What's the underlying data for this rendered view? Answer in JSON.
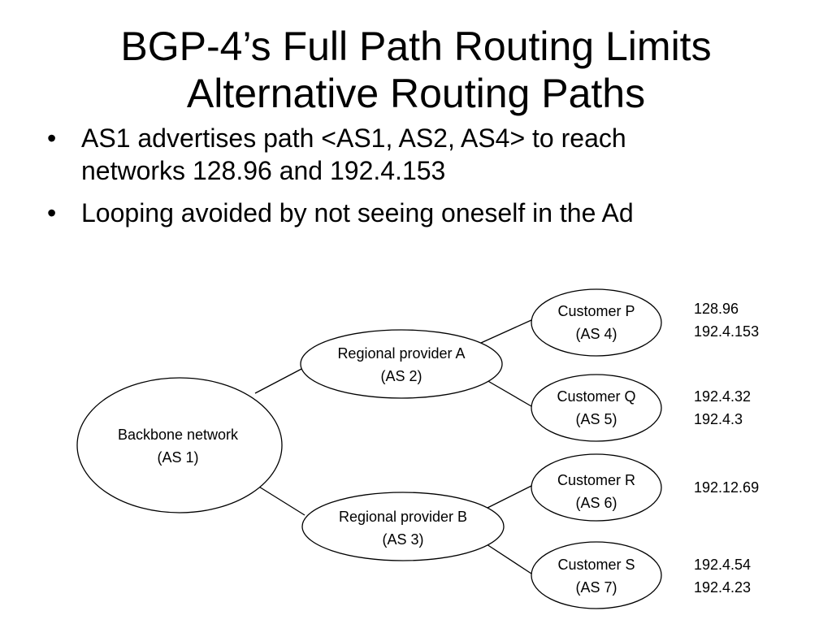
{
  "slide": {
    "title_line1": "BGP-4’s Full Path Routing Limits",
    "title_line2": "Alternative Routing Paths",
    "bullet_glyph": "•",
    "bullets": [
      {
        "line1": "AS1 advertises path <AS1, AS2, AS4> to reach",
        "line2": "networks 128.96 and 192.4.153"
      },
      {
        "line1": "Looping avoided by not seeing oneself in the Ad",
        "line2": ""
      }
    ]
  },
  "diagram": {
    "nodes": {
      "backbone": {
        "name": "Backbone network",
        "as": "(AS 1)"
      },
      "regional_a": {
        "name": "Regional provider A",
        "as": "(AS 2)"
      },
      "regional_b": {
        "name": "Regional provider B",
        "as": "(AS 3)"
      },
      "customer_p": {
        "name": "Customer P",
        "as": "(AS 4)"
      },
      "customer_q": {
        "name": "Customer Q",
        "as": "(AS 5)"
      },
      "customer_r": {
        "name": "Customer R",
        "as": "(AS 6)"
      },
      "customer_s": {
        "name": "Customer S",
        "as": "(AS 7)"
      }
    },
    "networks": {
      "customer_p": [
        "128.96",
        "192.4.153"
      ],
      "customer_q": [
        "192.4.32",
        "192.4.3"
      ],
      "customer_r": [
        "192.12.69"
      ],
      "customer_s": [
        "192.4.54",
        "192.4.23"
      ]
    }
  }
}
